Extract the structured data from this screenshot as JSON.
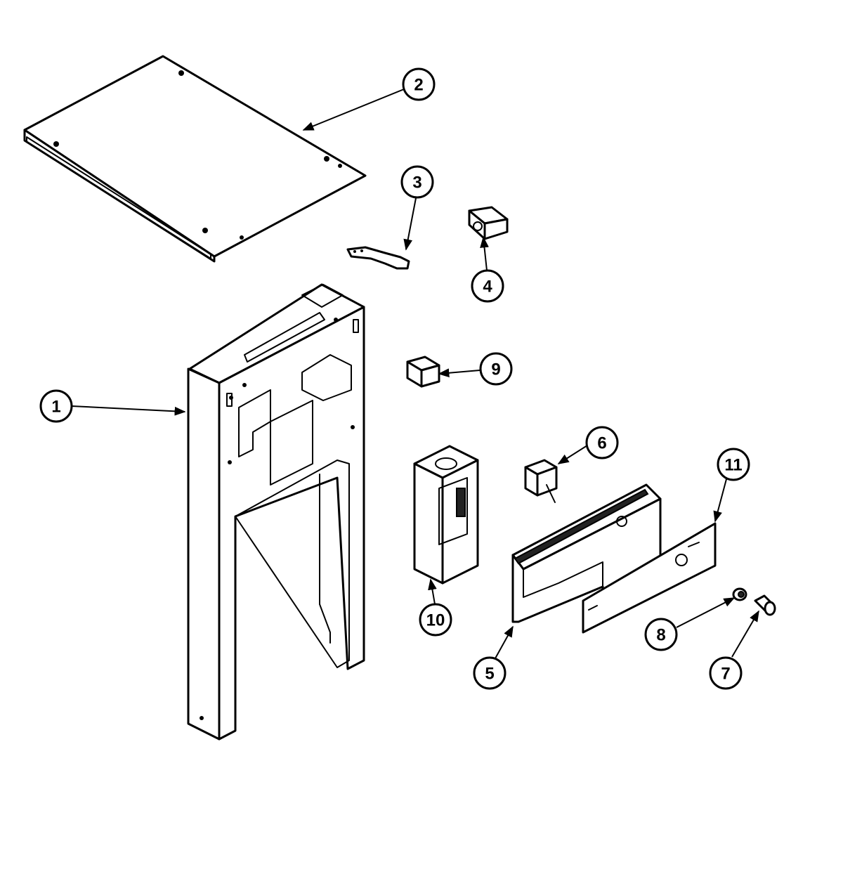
{
  "colors": {
    "line": "#000000",
    "background": "#ffffff"
  },
  "callouts": [
    {
      "label": "1"
    },
    {
      "label": "2"
    },
    {
      "label": "3"
    },
    {
      "label": "4"
    },
    {
      "label": "5"
    },
    {
      "label": "6"
    },
    {
      "label": "7"
    },
    {
      "label": "8"
    },
    {
      "label": "9"
    },
    {
      "label": "10"
    },
    {
      "label": "11"
    }
  ]
}
